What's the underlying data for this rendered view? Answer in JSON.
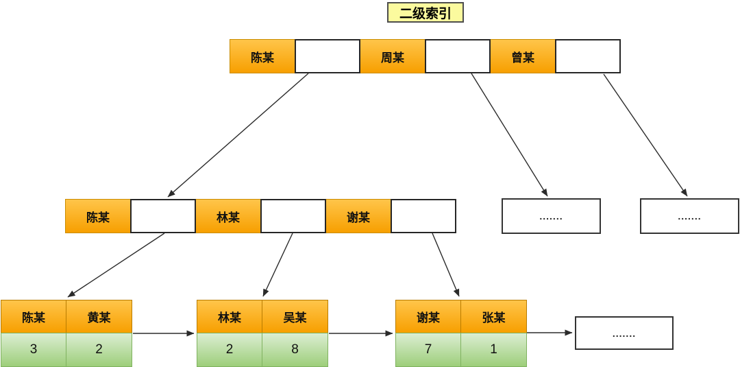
{
  "title": "二级索引",
  "ellipsis": ".......",
  "colors": {
    "key_cell_top": "#ffc54a",
    "key_cell_bottom": "#f79f00",
    "key_cell_border": "#c98c00",
    "value_cell_top": "#dceed3",
    "value_cell_bottom": "#9dce7a",
    "value_cell_border": "#7fb25f",
    "title_bg": "#fbfa9e",
    "title_border": "#4d4d4d",
    "arrow": "#2b2b2b"
  },
  "root_row": {
    "keys": [
      "陈某",
      "周某",
      "曾某"
    ]
  },
  "internal_row": {
    "keys": [
      "陈某",
      "林某",
      "谢某"
    ]
  },
  "leaf_tables": [
    {
      "keys": [
        "陈某",
        "黄某"
      ],
      "values": [
        "3",
        "2"
      ]
    },
    {
      "keys": [
        "林某",
        "吴某"
      ],
      "values": [
        "2",
        "8"
      ]
    },
    {
      "keys": [
        "谢某",
        "张某"
      ],
      "values": [
        "7",
        "1"
      ]
    }
  ]
}
